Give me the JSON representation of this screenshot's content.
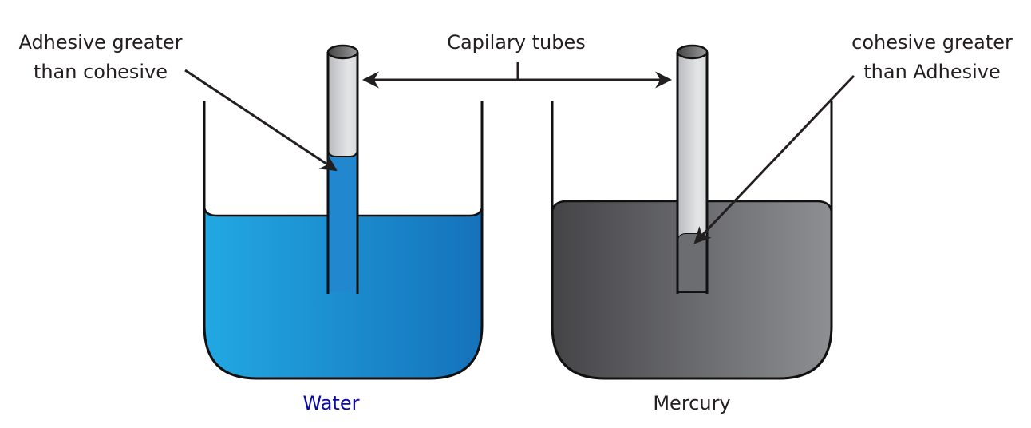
{
  "title_label": "Capilary tubes",
  "left_annotation": {
    "line1": "Adhesive greater",
    "line2": "than cohesive"
  },
  "right_annotation": {
    "line1": "cohesive greater",
    "line2": "than Adhesive"
  },
  "beakers": [
    {
      "label": "Water",
      "label_color": "#0a0aa8",
      "liquid_gradient": [
        "#22a8e2",
        "#1572bb"
      ],
      "meniscus": "concave (liquid rises in tube)"
    },
    {
      "label": "Mercury",
      "label_color": "#231f20",
      "liquid_gradient": [
        "#444447",
        "#8e8f93"
      ],
      "meniscus": "convex (liquid depressed in tube)"
    }
  ],
  "colors": {
    "outline": "#111111",
    "tube_glass_light": "#e4e5e7",
    "tube_glass_dark": "#b9babd",
    "tube_top_dark": "#444",
    "tube_top_light": "#9a9a9c"
  }
}
